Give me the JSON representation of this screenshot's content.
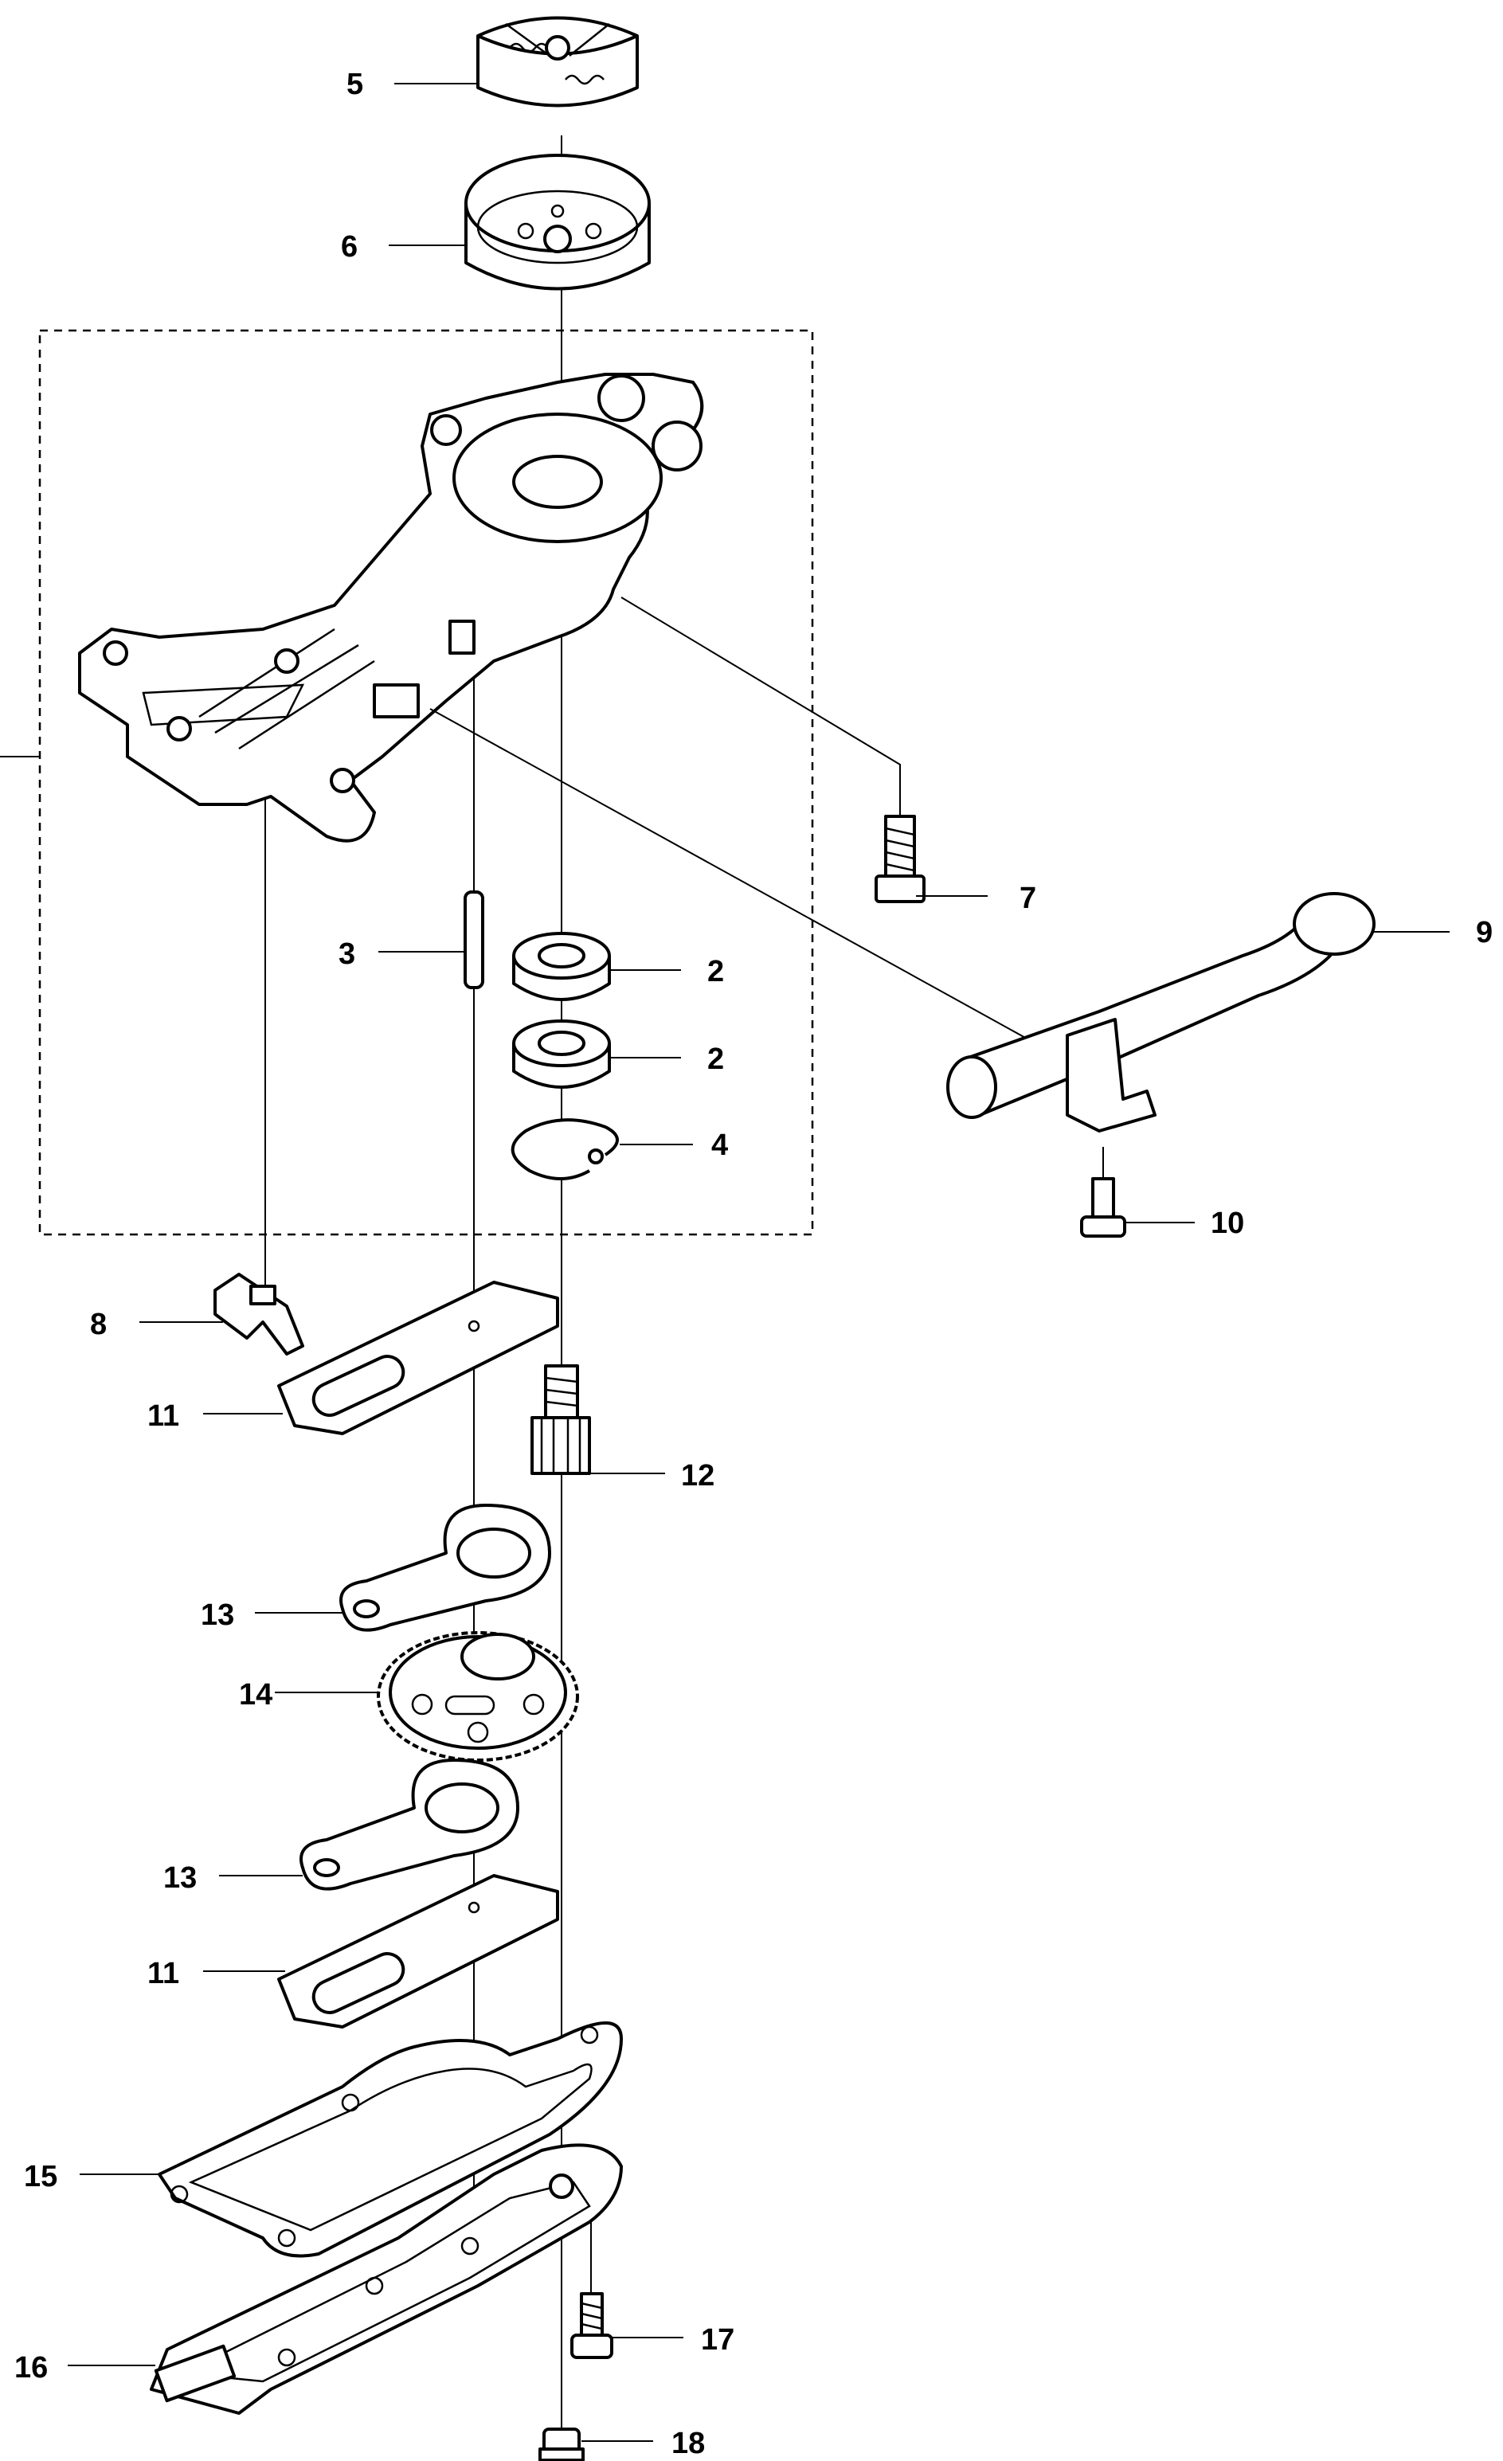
{
  "callouts": [
    {
      "id": "c5",
      "text": "5"
    },
    {
      "id": "c6",
      "text": "6"
    },
    {
      "id": "c7",
      "text": "7"
    },
    {
      "id": "c9",
      "text": "9"
    },
    {
      "id": "c3",
      "text": "3"
    },
    {
      "id": "c2a",
      "text": "2"
    },
    {
      "id": "c2b",
      "text": "2"
    },
    {
      "id": "c4",
      "text": "4"
    },
    {
      "id": "c10",
      "text": "10"
    },
    {
      "id": "c8",
      "text": "8"
    },
    {
      "id": "c11a",
      "text": "11"
    },
    {
      "id": "c12",
      "text": "12"
    },
    {
      "id": "c13a",
      "text": "13"
    },
    {
      "id": "c14",
      "text": "14"
    },
    {
      "id": "c13b",
      "text": "13"
    },
    {
      "id": "c11b",
      "text": "11"
    },
    {
      "id": "c15",
      "text": "15"
    },
    {
      "id": "c16",
      "text": "16"
    },
    {
      "id": "c17",
      "text": "17"
    },
    {
      "id": "c18",
      "text": "18"
    }
  ]
}
